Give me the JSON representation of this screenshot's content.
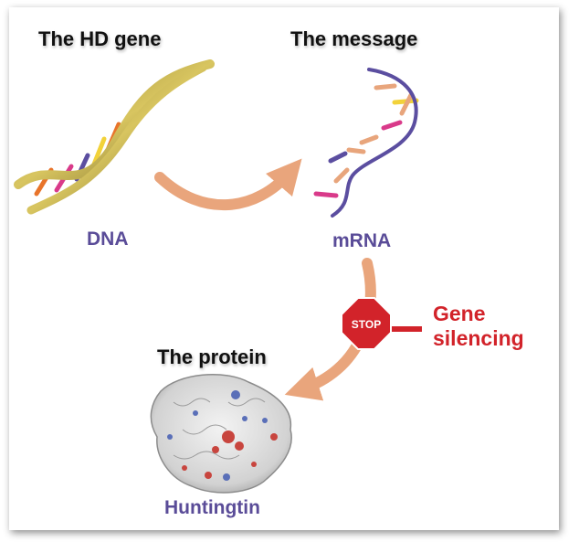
{
  "headings": {
    "gene": "The HD gene",
    "message": "The message",
    "protein": "The protein"
  },
  "molecules": {
    "dna": "DNA",
    "mrna": "mRNA",
    "protein": "Huntingtin"
  },
  "stop_sign": {
    "text": "STOP",
    "color": "#d2232a"
  },
  "gene_silencing": {
    "line1": "Gene",
    "line2": "silencing"
  },
  "colors": {
    "arrow": "#e9a57c",
    "heading": "#111111",
    "molecule_label": "#5a4c98",
    "silencing": "#d2232a",
    "dna_backbone": "#c8b24a",
    "mrna_backbone": "#5b4ea0"
  }
}
